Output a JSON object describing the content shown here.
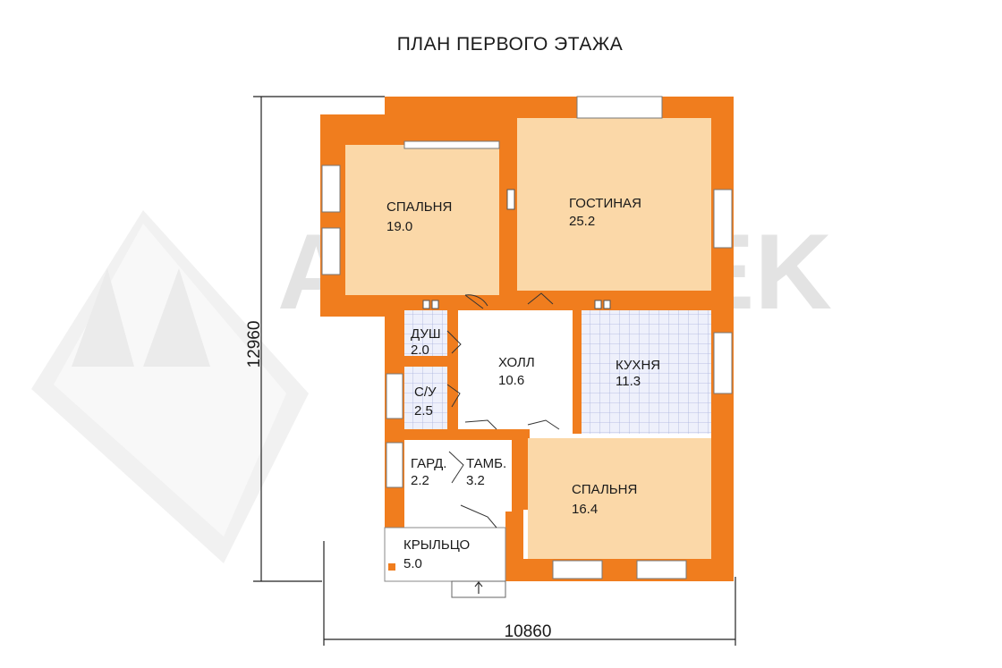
{
  "title": "ПЛАН ПЕРВОГО ЭТАЖА",
  "watermark": "ARCHITEK",
  "dimensions": {
    "width": "10860",
    "height": "12960"
  },
  "rooms": {
    "bedroom1": {
      "name": "СПАЛЬНЯ",
      "area": "19.0"
    },
    "living": {
      "name": "ГОСТИНАЯ",
      "area": "25.2"
    },
    "shower": {
      "name": "ДУШ",
      "area": "2.0"
    },
    "hall": {
      "name": "ХОЛЛ",
      "area": "10.6"
    },
    "kitchen": {
      "name": "КУХНЯ",
      "area": "11.3"
    },
    "wc": {
      "name": "С/У",
      "area": "2.5"
    },
    "wardrobe": {
      "name": "ГАРД.",
      "area": "2.2"
    },
    "vestibule": {
      "name": "ТАМБ.",
      "area": "3.2"
    },
    "bedroom2": {
      "name": "СПАЛЬНЯ",
      "area": "16.4"
    },
    "porch": {
      "name": "КРЫЛЬЦО",
      "area": "5.0"
    }
  },
  "colors": {
    "wall": "#f07d1e",
    "room_warm": "#fbd8a8",
    "tile": "#eef0fb",
    "tile_line": "#a9b2dd",
    "hall": "#ffffff",
    "dimension": "#222222",
    "watermark": "#d2d2d2"
  }
}
